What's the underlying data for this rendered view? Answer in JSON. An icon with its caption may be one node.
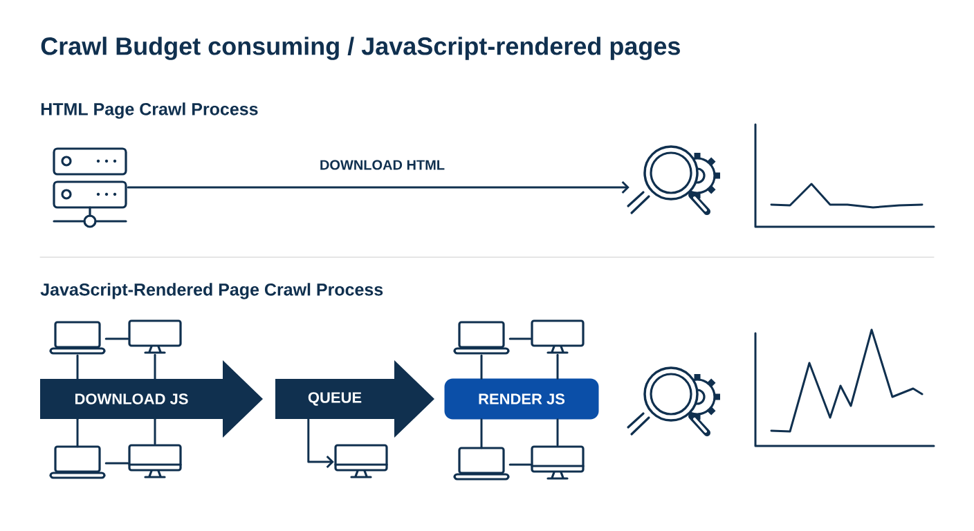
{
  "diagram": {
    "title": "Crawl Budget consuming / JavaScript-rendered pages",
    "nodes": [
      {
        "text": [],
        "shape": "server"
      },
      {
        "text": [],
        "shape": "magnifier"
      },
      {
        "text": [],
        "shape": "laptop"
      },
      {
        "text": [],
        "shape": "monitor"
      },
      {
        "text": [],
        "shape": "laptop"
      },
      {
        "text": [],
        "shape": "monitor"
      },
      {
        "text": [
          "DOWNLOAD JS"
        ]
      },
      {
        "text": [
          "QUEUE"
        ]
      },
      {
        "text": [
          "RENDER JS"
        ]
      },
      {
        "text": [],
        "shape": "magnifier"
      },
      {
        "text": [],
        "shape": "laptop"
      },
      {
        "text": [],
        "shape": "monitor"
      },
      {
        "text": [],
        "shape": "monitor"
      },
      {
        "text": [],
        "shape": "laptop"
      },
      {
        "text": [],
        "shape": "monitor"
      }
    ],
    "edges": [
      {
        "from": 0,
        "to": 1,
        "arrow": "to",
        "label": "DOWNLOAD HTML"
      },
      {
        "from": 2,
        "to": 3,
        "arrow": "none"
      },
      {
        "from": 2,
        "to": 6,
        "arrow": "none"
      },
      {
        "from": 3,
        "to": 6,
        "arrow": "none"
      },
      {
        "from": 6,
        "to": 10,
        "arrow": "none"
      },
      {
        "from": 6,
        "to": 11,
        "arrow": "none"
      },
      {
        "from": 10,
        "to": 11,
        "arrow": "none"
      },
      {
        "from": 7,
        "to": 12,
        "arrow": "to"
      },
      {
        "from": 4,
        "to": 5,
        "arrow": "none"
      },
      {
        "from": 4,
        "to": 8,
        "arrow": "none"
      },
      {
        "from": 5,
        "to": 8,
        "arrow": "none"
      },
      {
        "from": 8,
        "to": 13,
        "arrow": "none"
      },
      {
        "from": 8,
        "to": 14,
        "arrow": "none"
      },
      {
        "from": 13,
        "to": 14,
        "arrow": "none"
      }
    ],
    "labels": [
      "HTML Page Crawl Process",
      "JavaScript-Rendered Page Crawl Process"
    ]
  }
}
